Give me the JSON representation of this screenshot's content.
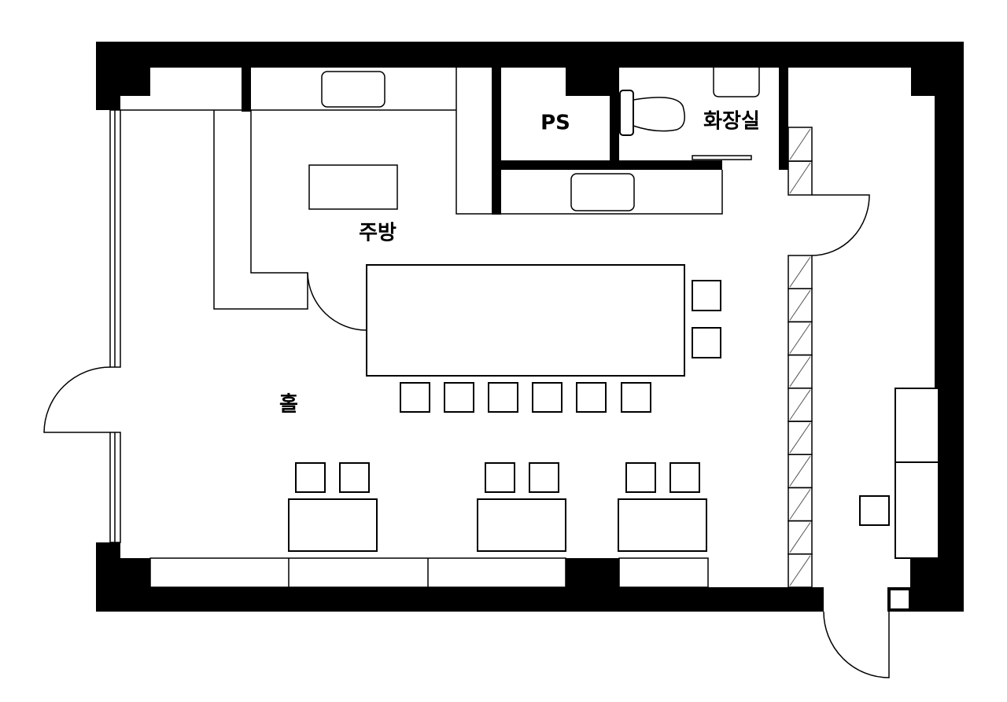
{
  "labels": {
    "kitchen": "주방",
    "pipe_shaft": "PS",
    "restroom": "화장실",
    "hall": "홀"
  },
  "colors": {
    "wall": "#000000",
    "background": "#ffffff"
  }
}
